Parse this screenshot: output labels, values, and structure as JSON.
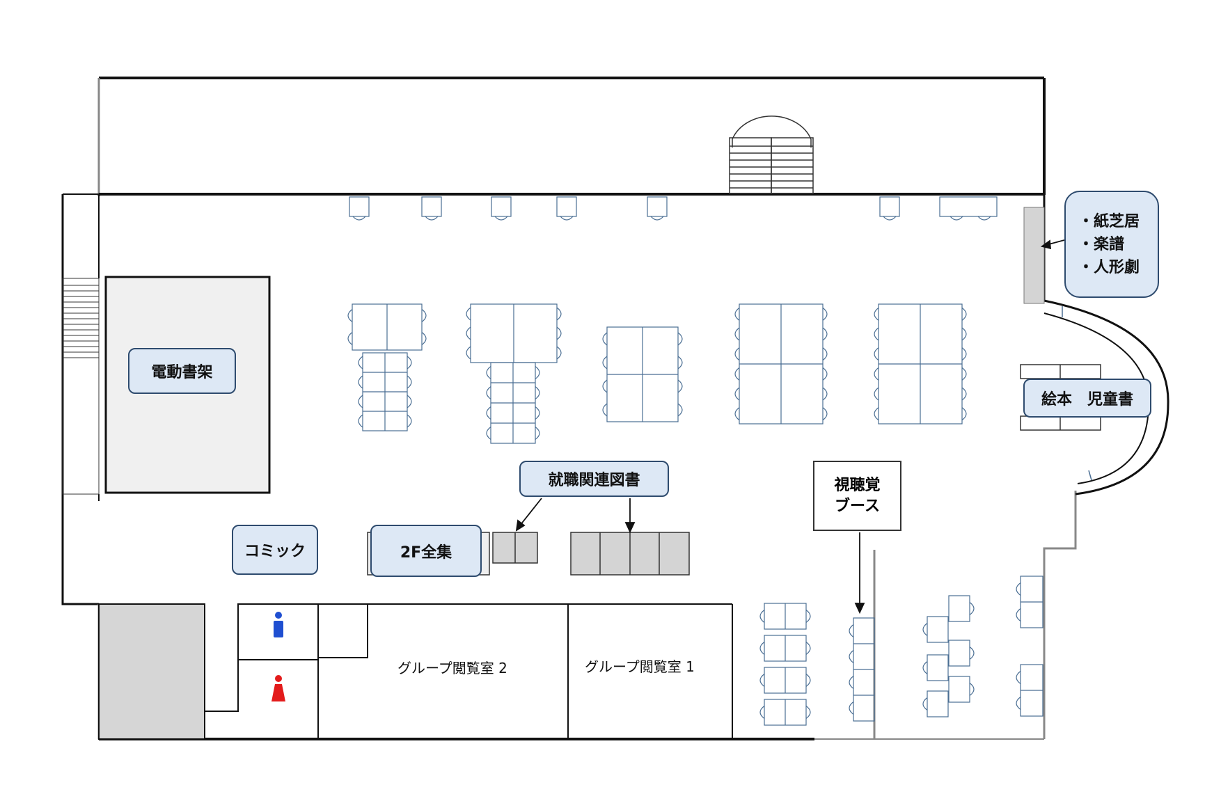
{
  "labels": {
    "denko_shoka": "電動書架",
    "comic": "コミック",
    "zenshu_2f": "2F全集",
    "shushoku": "就職関連図書",
    "ehon": "絵本　児童書",
    "kamishibai": "・紙芝居",
    "gakufu": "・楽譜",
    "ningyogeki": "・人形劇",
    "shicho_1": "視聴覚",
    "shicho_2": "ブース",
    "group_room_2": "グループ閲覧室 2",
    "group_room_1": "グループ閲覧室 1"
  },
  "icons": {
    "restroom_male": "male-restroom-icon",
    "restroom_female": "female-restroom-icon"
  },
  "colors": {
    "label_fill": "#dde8f5",
    "label_border": "#2e4b6e",
    "furniture_stroke": "#4a6e93",
    "shelf_fill": "#d4d4d4",
    "wall": "#111111",
    "male_icon": "#1f4fd1",
    "female_icon": "#e31b1b"
  }
}
